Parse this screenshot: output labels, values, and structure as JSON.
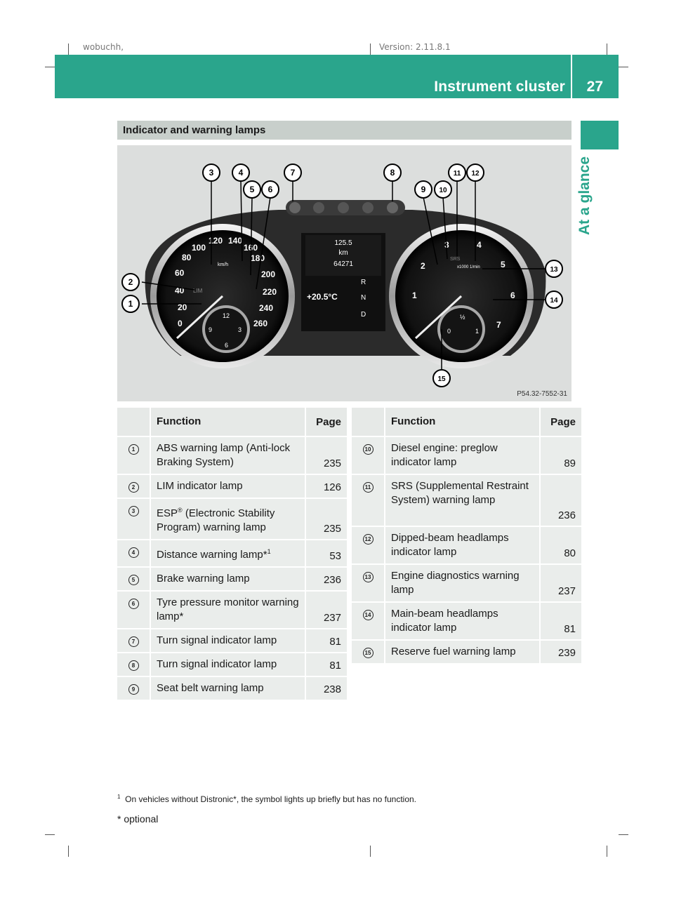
{
  "top_header": {
    "left_text": "wobuchh,",
    "right_text": "Version: 2.11.8.1"
  },
  "header": {
    "title": "Instrument cluster",
    "page_number": "27"
  },
  "side_tab": {
    "label": "At a glance"
  },
  "section": {
    "title": "Indicator and warning lamps"
  },
  "figure": {
    "code": "P54.32-7552-31",
    "callouts": [
      "1",
      "2",
      "3",
      "4",
      "5",
      "6",
      "7",
      "8",
      "9",
      "10",
      "11",
      "12",
      "13",
      "14",
      "15"
    ],
    "left_dial_marks": [
      "0",
      "20",
      "40",
      "60",
      "80",
      "100",
      "120",
      "140",
      "160",
      "180",
      "200",
      "220",
      "240",
      "260"
    ],
    "left_dial_unit": "km/h",
    "clock_marks": [
      "12",
      "3",
      "6",
      "9"
    ],
    "lim_label": "LIM",
    "display": {
      "speed": "125.5",
      "unit": "km",
      "odometer": "64271",
      "temperature": "+20.5°C",
      "gear_r": "R",
      "gear_n": "N",
      "gear_d": "D"
    },
    "right_dial_marks": [
      "1",
      "2",
      "3",
      "4",
      "5",
      "6",
      "7"
    ],
    "right_dial_unit": "x1000 1/min",
    "srs_label": "SRS",
    "fuel_marks": [
      "0",
      "½",
      "1"
    ]
  },
  "table_left": {
    "headers": {
      "function": "Function",
      "page": "Page"
    },
    "rows": [
      {
        "num": "1",
        "function": "ABS warning lamp (Anti-lock Braking System)",
        "page": "235"
      },
      {
        "num": "2",
        "function": "LIM indicator lamp",
        "page": "126"
      },
      {
        "num": "3",
        "function": "ESP",
        "function_sup": "®",
        "function_rest": " (Electronic Stability Program) warning lamp",
        "page": "235"
      },
      {
        "num": "4",
        "function": "Distance warning lamp*",
        "function_sup": "1",
        "page": "53"
      },
      {
        "num": "5",
        "function": "Brake warning lamp",
        "page": "236"
      },
      {
        "num": "6",
        "function": "Tyre pressure monitor warning lamp*",
        "page": "237"
      },
      {
        "num": "7",
        "function": "Turn signal indicator lamp",
        "page": "81"
      },
      {
        "num": "8",
        "function": "Turn signal indicator lamp",
        "page": "81"
      },
      {
        "num": "9",
        "function": "Seat belt warning lamp",
        "page": "238"
      }
    ]
  },
  "table_right": {
    "headers": {
      "function": "Function",
      "page": "Page"
    },
    "rows": [
      {
        "num": "10",
        "function": "Diesel engine: preglow indicator lamp",
        "page": "89"
      },
      {
        "num": "11",
        "function": "SRS (Supplemental Restraint System) warning lamp",
        "page": "236"
      },
      {
        "num": "12",
        "function": "Dipped-beam headlamps indicator lamp",
        "page": "80"
      },
      {
        "num": "13",
        "function": "Engine diagnostics warning lamp",
        "page": "237"
      },
      {
        "num": "14",
        "function": "Main-beam headlamps indicator lamp",
        "page": "81"
      },
      {
        "num": "15",
        "function": "Reserve fuel warning lamp",
        "page": "239"
      }
    ]
  },
  "footnote": {
    "marker": "1",
    "text": "On vehicles without Distronic*, the symbol lights up briefly but has no function."
  },
  "optional_note": "* optional",
  "colors": {
    "brand_green": "#2aa58c",
    "section_grey": "#c8cfcb",
    "table_bg": "#eaedeb"
  }
}
